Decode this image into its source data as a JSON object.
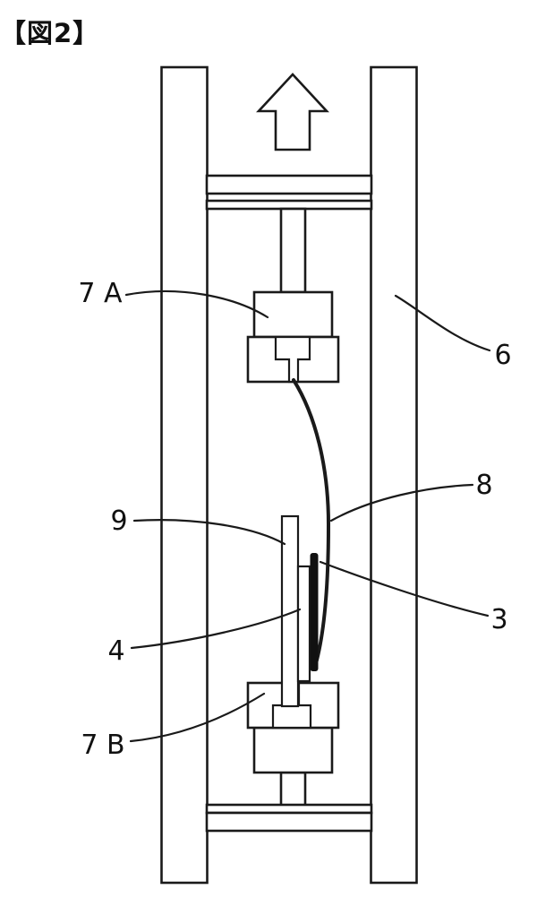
{
  "figure": {
    "title": "【図2】"
  },
  "labels": {
    "grip_top": "7 A",
    "frame": "6",
    "specimen": "8",
    "plate": "9",
    "black_strip": "3",
    "hatched_strip": "4",
    "grip_bottom": "7 B"
  },
  "colors": {
    "line": "#1a1a1a",
    "fill": "#ffffff",
    "black_strip": "#111111"
  }
}
